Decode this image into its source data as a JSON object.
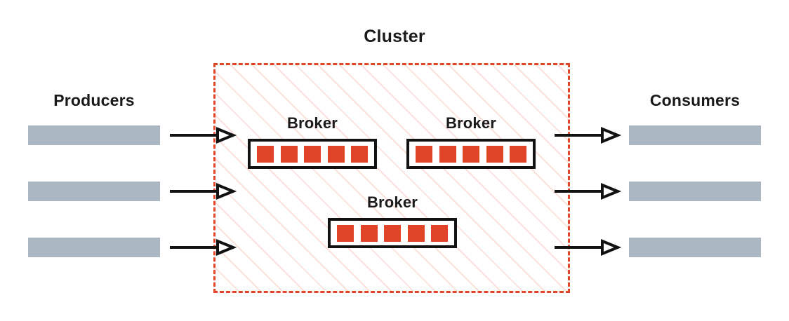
{
  "diagram": {
    "title": "Cluster",
    "background": "#ffffff",
    "colors": {
      "accent_red": "#e04527",
      "hatch_pink": "#fbe0dc",
      "bar_gray": "#abb7c3",
      "stroke_black": "#121212"
    }
  },
  "producers": {
    "title": "Producers",
    "nodes": [
      {
        "id": "producer-1"
      },
      {
        "id": "producer-2"
      },
      {
        "id": "producer-3"
      }
    ]
  },
  "consumers": {
    "title": "Consumers",
    "nodes": [
      {
        "id": "consumer-1"
      },
      {
        "id": "consumer-2"
      },
      {
        "id": "consumer-3"
      }
    ]
  },
  "cluster": {
    "title": "Cluster",
    "brokers": [
      {
        "label": "Broker",
        "partitions": 5
      },
      {
        "label": "Broker",
        "partitions": 5
      },
      {
        "label": "Broker",
        "partitions": 5
      }
    ]
  },
  "flows": {
    "producer_to_cluster": [
      {
        "name": "producer-1-to-cluster"
      },
      {
        "name": "producer-2-to-cluster"
      },
      {
        "name": "producer-3-to-cluster"
      }
    ],
    "cluster_to_consumer": [
      {
        "name": "cluster-to-consumer-1"
      },
      {
        "name": "cluster-to-consumer-2"
      },
      {
        "name": "cluster-to-consumer-3"
      }
    ]
  }
}
